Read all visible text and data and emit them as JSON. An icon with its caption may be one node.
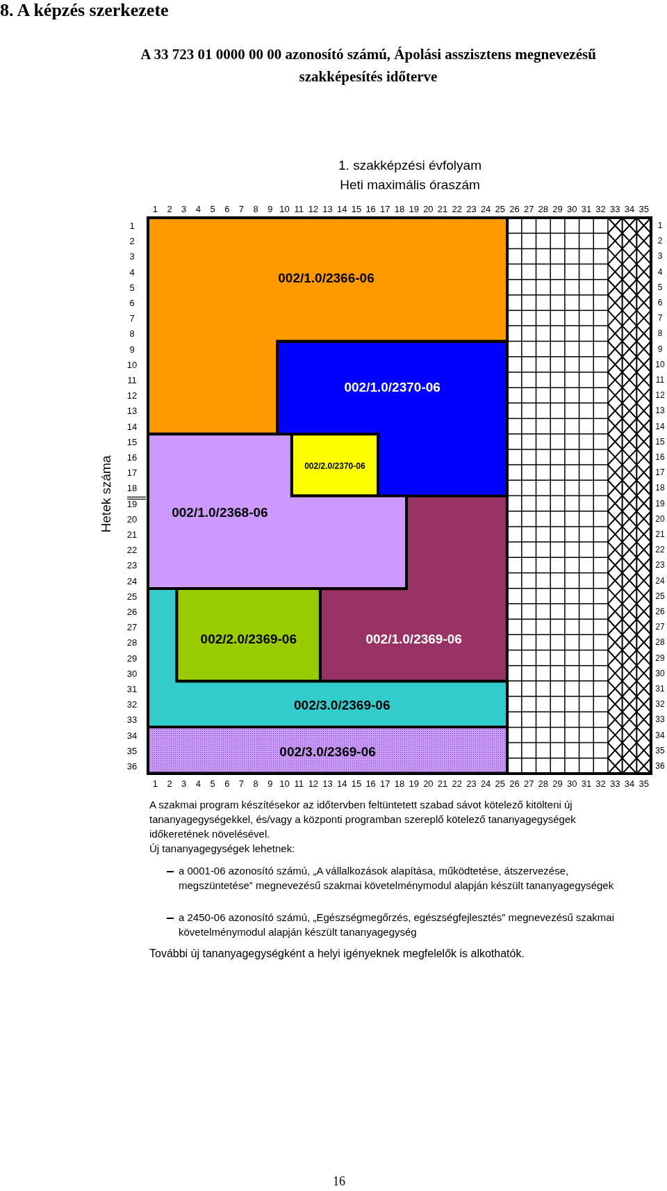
{
  "diagram": {
    "title": "8. A képzés szerkezete",
    "nodes": [
      {
        "text": [
          "002/1.0/2366-06"
        ]
      },
      {
        "text": [
          "002/1.0/2370-06"
        ]
      },
      {
        "text": [
          "002/2.0/2370-06"
        ]
      },
      {
        "text": [
          "002/1.0/2368-06"
        ]
      },
      {
        "text": [
          "002/2.0/2369-06"
        ]
      },
      {
        "text": [
          "002/1.0/2369-06"
        ]
      },
      {
        "text": [
          "002/3.0/2369-06"
        ]
      },
      {
        "text": [
          "002/3.0/2369-06"
        ]
      }
    ],
    "labels": [
      "A 33 723 01 0000 00 00 azonosító számú, Ápolási asszisztens megnevezésű szakképesítés időterve",
      "1. szakképzési évfolyam",
      "Heti maximális óraszám",
      "1",
      "2",
      "3",
      "4",
      "5",
      "6",
      "7",
      "8",
      "9",
      "10",
      "11",
      "12",
      "13",
      "14",
      "15",
      "16",
      "17",
      "18",
      "19",
      "20",
      "21",
      "22",
      "23",
      "24",
      "25",
      "26",
      "27",
      "28",
      "29",
      "30",
      "31",
      "32",
      "33",
      "34",
      "35",
      "Hetek száma",
      "1",
      "1",
      "2",
      "2",
      "3",
      "3",
      "4",
      "4",
      "5",
      "5",
      "6",
      "6",
      "7",
      "7",
      "8",
      "8",
      "9",
      "9",
      "10",
      "10",
      "11",
      "11",
      "12",
      "12",
      "13",
      "13",
      "14",
      "14",
      "15",
      "15",
      "16",
      "16",
      "17",
      "17",
      "18",
      "18",
      "19",
      "19",
      "20",
      "20",
      "21",
      "21",
      "22",
      "22",
      "23",
      "23",
      "24",
      "24",
      "25",
      "25",
      "26",
      "26",
      "27",
      "27",
      "28",
      "28",
      "29",
      "29",
      "30",
      "30",
      "31",
      "31",
      "32",
      "32",
      "33",
      "33",
      "34",
      "34",
      "35",
      "35",
      "36",
      "36",
      "1",
      "2",
      "3",
      "4",
      "5",
      "6",
      "7",
      "8",
      "9",
      "10",
      "11",
      "12",
      "13",
      "14",
      "15",
      "16",
      "17",
      "18",
      "19",
      "20",
      "21",
      "22",
      "23",
      "24",
      "25",
      "26",
      "27",
      "28",
      "29",
      "30",
      "31",
      "32",
      "33",
      "34",
      "35",
      "A szakmai program készítésekor az időtervben feltüntetett szabad sávot kötelező kitölteni új tananyagegységekkel, és/vagy a központi programban szereplő kötelező tananyagegységek időkeretének növelésével.",
      "Új tananyagegységek lehetnek:",
      "a 0001-06 azonosító számú, „A vállalkozások alapítása, működtetése, átszervezése, megszüntetése” megnevezésű szakmai követelménymodul alapján készült tananyagegységek",
      "a 2450-06 azonosító számú, „Egészségmegőrzés, egészségfejlesztés” megnevezésű szakmai követelménymodul alapján készült tananyagegység",
      "További új tananyagegységként a helyi igényeknek megfelelők is alkothatók.",
      "16"
    ]
  }
}
